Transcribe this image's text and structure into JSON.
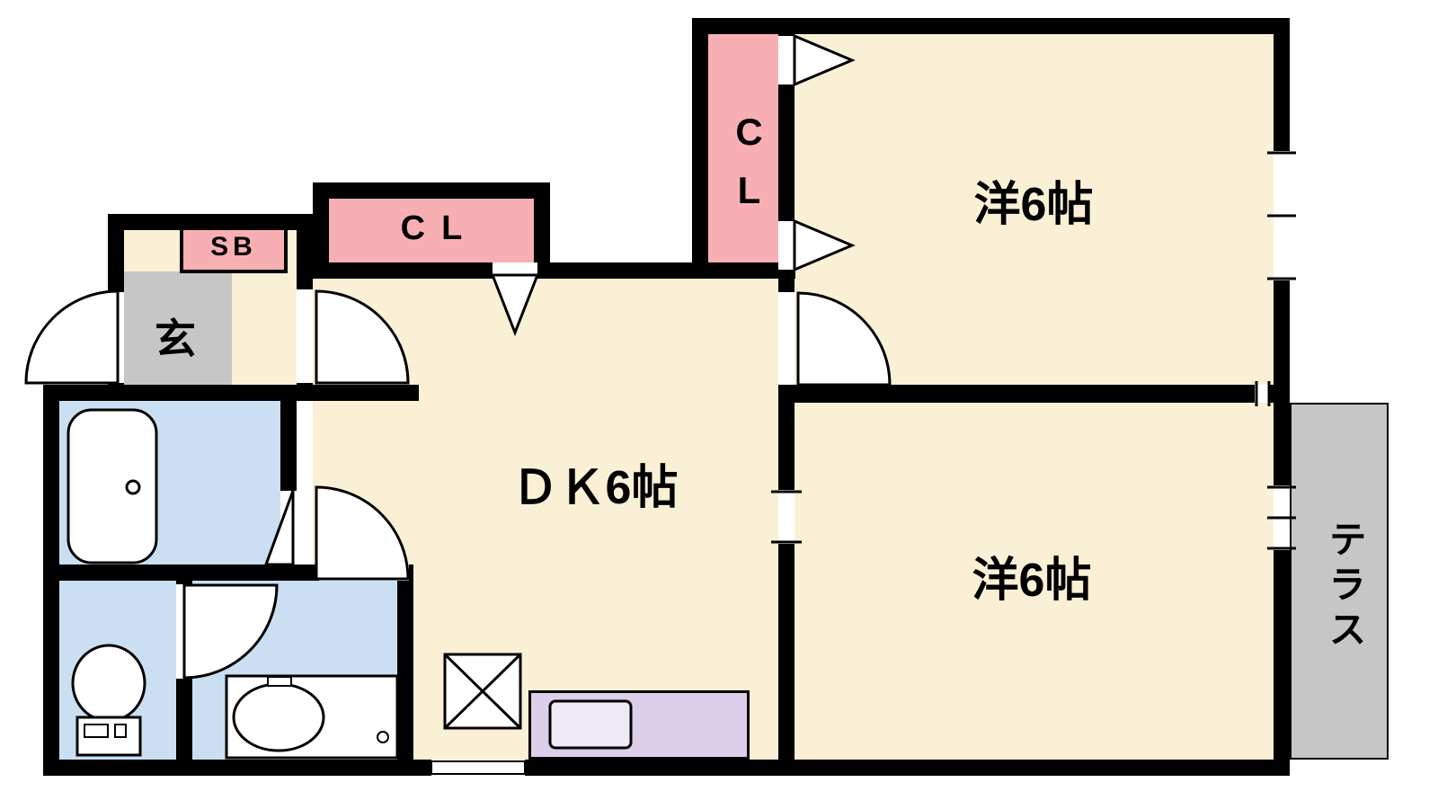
{
  "floorplan": {
    "rooms": {
      "bedroom_top": {
        "label": "洋6帖"
      },
      "bedroom_bottom": {
        "label": "洋6帖"
      },
      "dining_kitchen": {
        "label": "ＤＫ6帖"
      },
      "entrance": {
        "label": "玄"
      },
      "terrace": {
        "label": "テラス"
      },
      "closet_column": {
        "label": "CL"
      },
      "closet_center": {
        "label": "CL"
      },
      "shoe_box": {
        "label": "SB"
      }
    },
    "colors": {
      "wall": "#000000",
      "room_cream": "#FAF0D5",
      "closet_pink": "#F8AFB3",
      "wet_blue": "#CBDFF2",
      "gray": "#C6C6C6",
      "kitchen_lavender": "#DCCFE9"
    }
  }
}
